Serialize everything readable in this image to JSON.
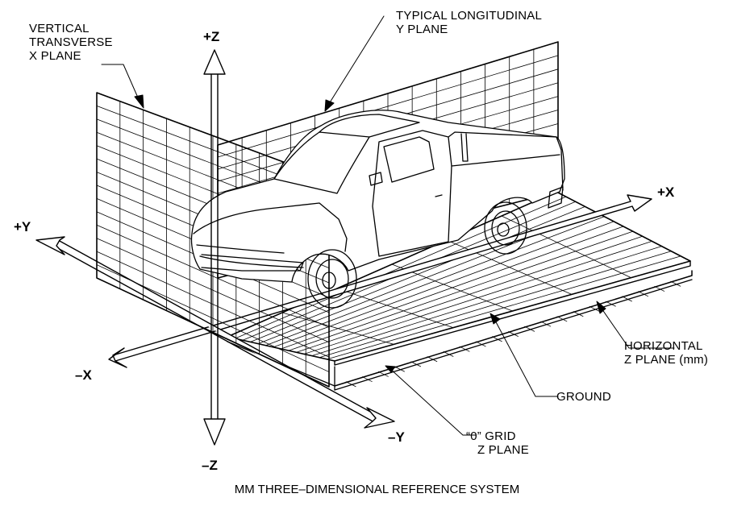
{
  "diagram": {
    "caption": "MM THREE–DIMENSIONAL REFERENCE SYSTEM",
    "axes": {
      "pos_z": "+Z",
      "neg_z": "–Z",
      "pos_x": "+X",
      "neg_x": "–X",
      "pos_y": "+Y",
      "neg_y": "–Y"
    },
    "callouts": {
      "x_plane": [
        "VERTICAL",
        "TRANSVERSE",
        "X PLANE"
      ],
      "y_plane": [
        "TYPICAL LONGITUDINAL",
        "Y PLANE"
      ],
      "horizontal_z": [
        "HORIZONTAL",
        "Z PLANE (mm)"
      ],
      "ground": "GROUND",
      "zero_grid": [
        "“0” GRID",
        "Z PLANE"
      ]
    }
  }
}
